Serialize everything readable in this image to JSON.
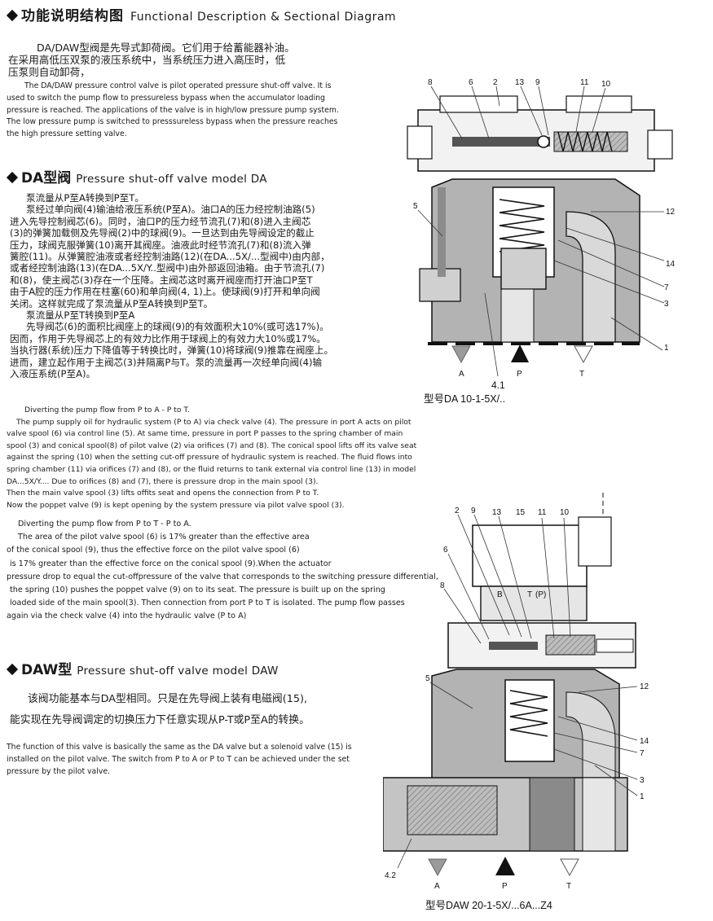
{
  "header": {
    "title_cn": "功能说明结构图",
    "title_en": "Functional Description & Sectional Diagram"
  },
  "intro": {
    "cn": [
      "DA/DAW型阀是先导式卸荷阀。它们用于给蓄能器补油。",
      "在采用高低压双泵的液压系统中，当系统压力进入高压时，低",
      "压泵则自动卸荷，"
    ],
    "en": [
      "The DA/DAW pressure control valve is pilot operated pressure shut-off valve. It is",
      "used to switch the pump flow to pressureless bypass when the accumulator loading",
      "pressure is reached. The applications of the valve is in high/low pressure pump system.",
      "The low pressure pump is switched to presssureless bypass when the pressure reaches",
      "the high pressure setting valve."
    ]
  },
  "da_section": {
    "heading_cn": "DA型阀",
    "heading_en": "Pressure shut-off valve model DA",
    "cn": [
      "泵流量从P至A转换到P至T。",
      "泵经过单向阀(4)输油给液压系统(P至A)。油口A的压力经控制油路(5)",
      "进入先导控制阀芯(6)。同时，油口P的压力经节流孔(7)和(8)进入主阀芯",
      "(3)的弹簧加载侧及先导阀(2)中的球阀(9)。一旦达到由先导阀设定的截止",
      "压力，球阀克服弹簧(10)离开其阀座。油液此时经节流孔(7)和(8)流入弹",
      "簧腔(11)。从弹簧腔油液或者经控制油路(12)(在DA...5X/...型阀中)由内部，",
      "或者经控制油路(13)(在DA...5X/Y..型阀中)由外部返回油箱。由于节流孔(7)",
      "和(8)，使主阀芯(3)存在一个压降。主阀芯这时离开阀座而打开油口P至T",
      "由于A腔的压力作用在柱塞(60)和单向阀(4, 1)上。使球阀(9)打开和单向阀",
      "关闭。这样就完成了泵流量从P至A转换到P至T。",
      "泵流量从P至T转换到P至A",
      "先导阀芯(6)的面积比阀座上的球阀(9)的有效面积大10%(或可选17%)。",
      "因而，作用于先导阀芯上的有效力比作用于球阀上的有效力大10%或17%。",
      "当执行器(系统)压力下降值等于转换比时，弹簧(10)将球阀(9)推靠在阀座上。",
      "进而，建立起作用于主阀芯(3)并隔离P与T。泵的流量再一次经单向阀(4)输",
      "入液压系统(P至A)。"
    ],
    "en": [
      "Diverting the pump flow from P to A - P to T.",
      "The pump supply oil for hydraulic system (P to A) via check valve (4). The pressure in port A acts on pilot",
      "valve spool (6) via control line (5). At same time, pressure in port P passes to the spring chamber of main",
      "spool (3) and conical spool(8) of pilot valve (2) via orifices (7) and (8). The conical spool lifts off its valve seat",
      "against the spring (10) when the setting cut-off pressure of hydraulic system is reached. The fluid flows into",
      "spring chamber (11) via orifices (7) and (8), or the fluid returns to tank external via control line (13) in model",
      "DA...5X/Y.... Due to orifices (8) and (7), there is pressure drop in the main spool (3).",
      "Then the main valve spool (3) lifts offits seat and opens the connection from P to T.",
      "Now the poppet valve (9) is kept opening by the system pressure via pilot valve spool (3)."
    ],
    "en2": [
      "Diverting the pump flow from P to T - P to A.",
      "The area of the pilot valve spool (6) is 17% greater than the effective area",
      "of the conical spool (9), thus the effective force on the pilot valve spool (6)",
      "is 17% greater than the effective force on the conical spool (9).When the actuator",
      "pressure drop to equal the cut-offpressure of the valve that corresponds to the switching pressure differential,",
      "the spring (10) pushes the poppet valve (9) on to its seat. The pressure is built up on the spring",
      "loaded side of the main spool(3). Then connection from port P to T is isolated. The pump flow passes",
      "again via the check valve (4) into the hydraulic valve (P to A)"
    ]
  },
  "daw_section": {
    "heading_cn": "DAW型",
    "heading_en": "Pressure shut-off valve model DAW",
    "cn": [
      "该阀功能基本与DA型相同。只是在先导阀上装有电磁阀(15),",
      "能实现在先导阀调定的切换压力下任意实现从P-T或P至A的转换。"
    ],
    "en": [
      "The function of this valve is basically the same as the DA valve but a solenoid valve (15) is",
      "installed on the pilot valve. The switch from P to A or P to T can be achieved under the set",
      "pressure by the pilot valve."
    ]
  },
  "diagram_da": {
    "labels": [
      "8",
      "6",
      "2",
      "13",
      "9",
      "11",
      "10",
      "5",
      "12",
      "14",
      "7",
      "3",
      "1",
      "A",
      "P",
      "T",
      "4.1"
    ],
    "caption": "型号DA 10-1-5X/.."
  },
  "diagram_daw": {
    "labels": [
      "2",
      "9",
      "13",
      "15",
      "11",
      "10",
      "6",
      "8",
      "B",
      "T",
      "(P)",
      "5",
      "12",
      "14",
      "7",
      "3",
      "1",
      "4.2",
      "A",
      "P",
      "T"
    ],
    "caption": "型号DAW 20-1-5X/...6A...Z4"
  },
  "colors": {
    "text": "#1a1a1a",
    "body_gray": "#b3b3b3",
    "dark_gray": "#4d4d4d",
    "hatch": "#7f7f7f"
  }
}
